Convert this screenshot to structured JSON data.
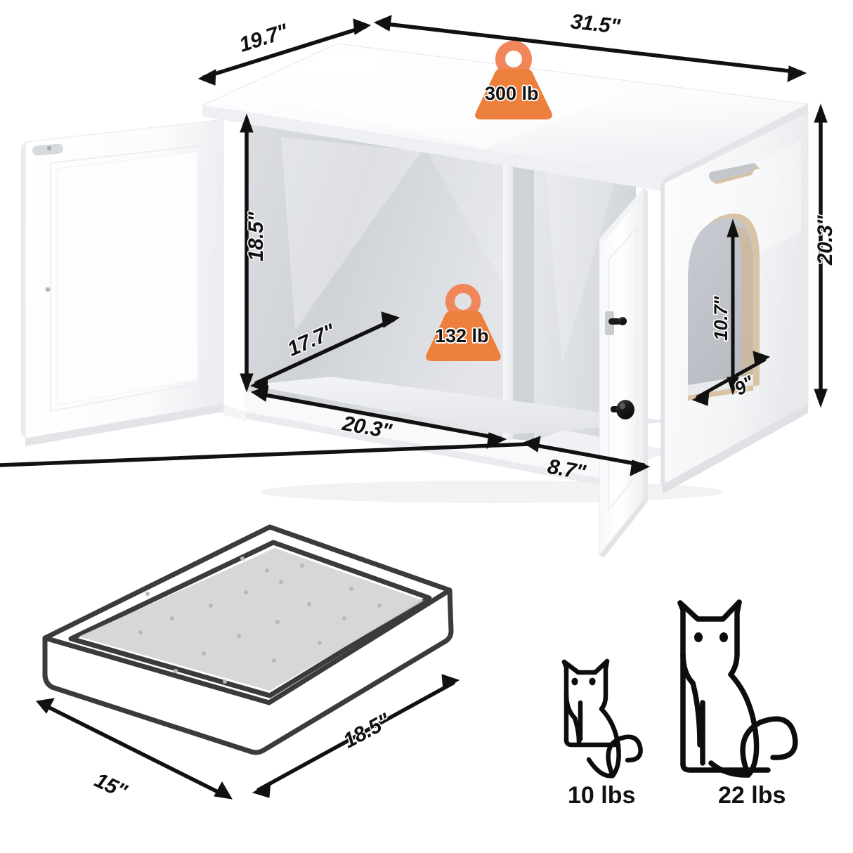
{
  "product": {
    "name": "cat-litter-box-enclosure-dimension-diagram"
  },
  "cabinet": {
    "dimensions": {
      "depth_top": "19.7\"",
      "width_top": "31.5\"",
      "interior_height": "18.5\"",
      "interior_depth": "17.7\"",
      "interior_width_left": "20.3\"",
      "interior_width_right": "8.7\"",
      "overall_height": "20.3\"",
      "entrance_height": "10.7\"",
      "entrance_width": "9\""
    },
    "weights": {
      "top_capacity": "300 lb",
      "inner_capacity": "132 lb"
    }
  },
  "litter_box": {
    "length": "18.5\"",
    "width": "15\""
  },
  "cats": [
    {
      "label": "10 lbs",
      "size": "small"
    },
    {
      "label": "22 lbs",
      "size": "large"
    }
  ],
  "colors": {
    "weight_body": "#ED7F3C",
    "weight_ring": "#F0865A",
    "arrow": "#111111",
    "panel_white": "#FFFFFF",
    "panel_shadow": "#D7DADE",
    "mdf_edge": "#D9C3A5",
    "line_art": "#3B3B3B",
    "litter_fill": "#D3D4D6"
  }
}
